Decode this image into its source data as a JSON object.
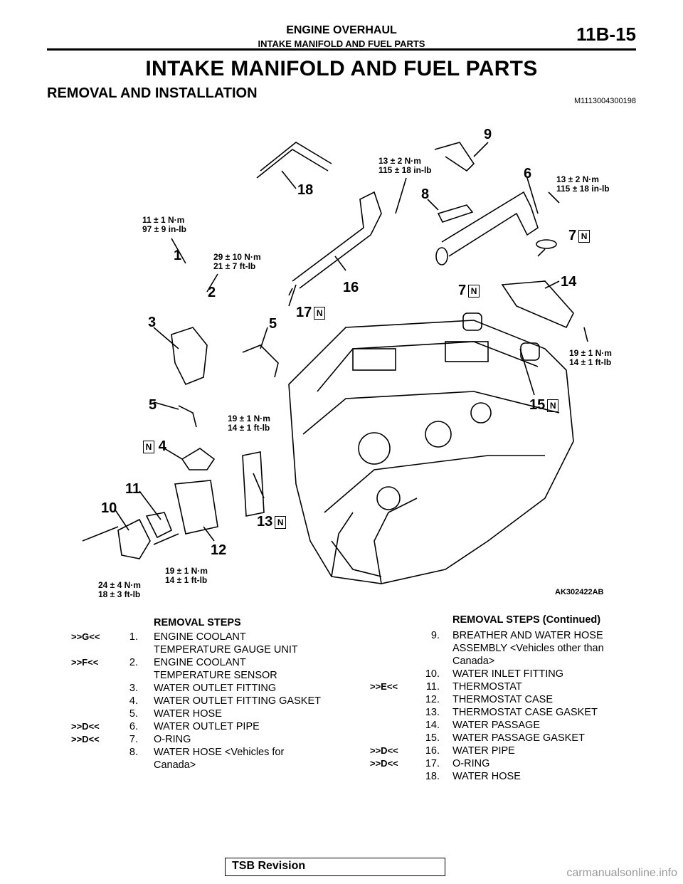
{
  "header": {
    "chapter": "ENGINE OVERHAUL",
    "section": "INTAKE MANIFOLD AND FUEL PARTS",
    "page": "11B-15"
  },
  "title": "INTAKE MANIFOLD AND FUEL PARTS",
  "subtitle": "REMOVAL AND INSTALLATION",
  "doc_code": "M1113004300198",
  "figure": {
    "image_code": "AK302422AB",
    "callouts": [
      "1",
      "2",
      "3",
      "4",
      "5",
      "5",
      "6",
      "7",
      "7",
      "8",
      "9",
      "10",
      "11",
      "12",
      "13",
      "14",
      "15",
      "16",
      "17",
      "18"
    ],
    "new_part_mark": "N",
    "torques": {
      "t1": "11 ± 1 N·m\n97 ± 9 in-lb",
      "t2": "29 ± 10 N·m\n21 ± 7 ft-lb",
      "t3": "13 ± 2 N·m\n115 ± 18 in-lb",
      "t4": "13 ± 2 N·m\n115 ± 18 in-lb",
      "t5": "19 ± 1 N·m\n14 ± 1 ft-lb",
      "t6": "19 ± 1 N·m\n14 ± 1 ft-lb",
      "t7": "19 ± 1 N·m\n14 ± 1 ft-lb",
      "t8": "24 ± 4 N·m\n18 ± 3 ft-lb"
    }
  },
  "removal_steps": {
    "left_title": "REMOVAL STEPS",
    "right_title": "REMOVAL STEPS (Continued)",
    "left": [
      {
        "tag": ">>G<<",
        "num": "1.",
        "text": "ENGINE COOLANT\nTEMPERATURE GAUGE UNIT"
      },
      {
        "tag": ">>F<<",
        "num": "2.",
        "text": "ENGINE COOLANT\nTEMPERATURE SENSOR"
      },
      {
        "tag": "",
        "num": "3.",
        "text": "WATER OUTLET FITTING"
      },
      {
        "tag": "",
        "num": "4.",
        "text": "WATER OUTLET FITTING GASKET"
      },
      {
        "tag": "",
        "num": "5.",
        "text": "WATER HOSE"
      },
      {
        "tag": ">>D<<",
        "num": "6.",
        "text": "WATER OUTLET PIPE"
      },
      {
        "tag": ">>D<<",
        "num": "7.",
        "text": "O-RING"
      },
      {
        "tag": "",
        "num": "8.",
        "text": "WATER HOSE <Vehicles for\nCanada>"
      }
    ],
    "right": [
      {
        "tag": "",
        "num": "9.",
        "text": "BREATHER AND WATER HOSE\nASSEMBLY <Vehicles other than\nCanada>"
      },
      {
        "tag": "",
        "num": "10.",
        "text": "WATER INLET FITTING"
      },
      {
        "tag": ">>E<<",
        "num": "11.",
        "text": "THERMOSTAT"
      },
      {
        "tag": "",
        "num": "12.",
        "text": "THERMOSTAT CASE"
      },
      {
        "tag": "",
        "num": "13.",
        "text": "THERMOSTAT CASE GASKET"
      },
      {
        "tag": "",
        "num": "14.",
        "text": "WATER PASSAGE"
      },
      {
        "tag": "",
        "num": "15.",
        "text": "WATER PASSAGE GASKET"
      },
      {
        "tag": ">>D<<",
        "num": "16.",
        "text": "WATER PIPE"
      },
      {
        "tag": ">>D<<",
        "num": "17.",
        "text": "O-RING"
      },
      {
        "tag": "",
        "num": "18.",
        "text": "WATER HOSE"
      }
    ]
  },
  "footer": {
    "tsb_label": "TSB Revision",
    "watermark": "carmanualsonline.info"
  }
}
